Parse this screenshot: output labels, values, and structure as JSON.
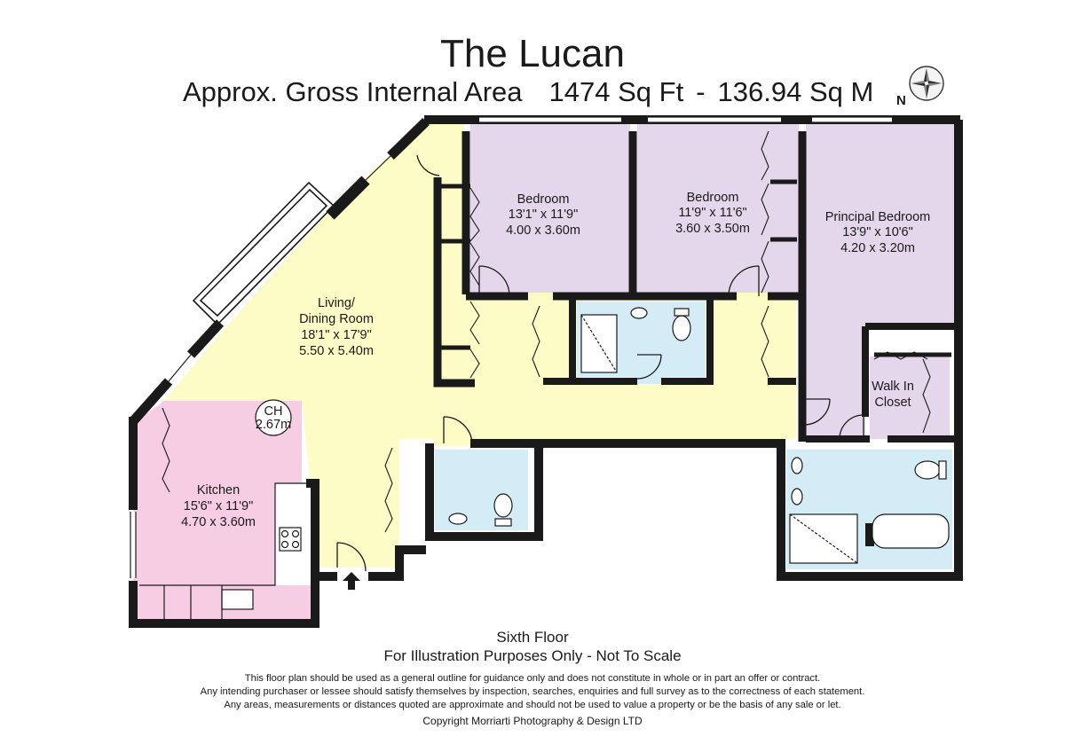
{
  "header": {
    "title": "The Lucan",
    "area_label": "Approx. Gross Internal Area",
    "area_sqft": "1474 Sq Ft",
    "separator": "-",
    "area_sqm": "136.94 Sq M"
  },
  "compass": {
    "north_label": "N"
  },
  "rooms": {
    "bedroom1": {
      "name": "Bedroom",
      "imperial": "13'1\" x 11'9\"",
      "metric": "4.00 x 3.60m"
    },
    "bedroom2": {
      "name": "Bedroom",
      "imperial": "11'9\" x 11'6\"",
      "metric": "3.60 x 3.50m"
    },
    "principal": {
      "name": "Principal Bedroom",
      "imperial": "13'9\" x 10'6\"",
      "metric": "4.20 x 3.20m"
    },
    "living": {
      "name_line1": "Living/",
      "name_line2": "Dining Room",
      "imperial": "18'1\" x 17'9\"",
      "metric": "5.50 x 5.40m"
    },
    "kitchen": {
      "name": "Kitchen",
      "imperial": "15'6\" x 11'9\"",
      "metric": "4.70 x 3.60m"
    },
    "closet": {
      "name_line1": "Walk In",
      "name_line2": "Closet"
    }
  },
  "ceiling": {
    "label": "CH",
    "height": "2.67m"
  },
  "colors": {
    "living": "#fdfcc6",
    "bedroom": "#e4d7eb",
    "kitchen": "#f6cde3",
    "bathroom": "#d4ecf6",
    "wall": "#1a1a1a"
  },
  "footer": {
    "floor": "Sixth Floor",
    "scale_note": "For Illustration Purposes Only - Not To Scale",
    "disclaimer_lines": [
      "This floor plan should be used as a general outline for guidance only and does not constitute in whole or in part an offer or contract.",
      "Any intending purchaser or lessee should satisfy themselves by inspection, searches, enquiries and full survey as to the correctness of each statement.",
      "Any areas, measurements or distances quoted are approximate and should not be used to value a property or be the basis of any sale or let."
    ],
    "copyright": "Copyright Morriarti Photography & Design LTD"
  }
}
